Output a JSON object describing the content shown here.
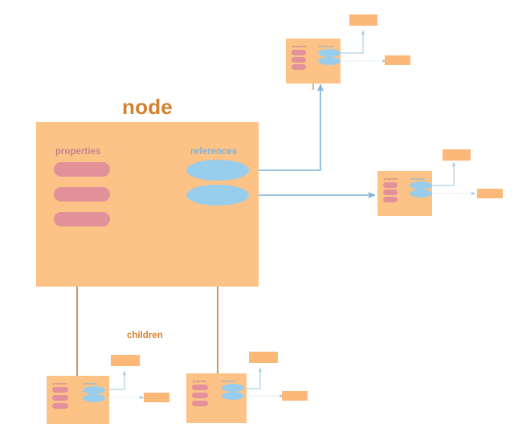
{
  "diagram": {
    "title": "node",
    "type": "recursive-node-structure-diagram",
    "labels": {
      "properties": "properties",
      "references": "references",
      "children": "children"
    },
    "colors": {
      "node_fill": "#fcc286",
      "leaf_fill": "#fcb878",
      "property_bar": "#e2919b",
      "reference_ellipse": "#98cdeb",
      "title_text": "#d2822f",
      "properties_text": "#c5848f",
      "references_text": "#7fb3da",
      "reference_edge": "#7fb3da",
      "children_edge": "#b5752a",
      "background": "#ffffff"
    },
    "main_node": {
      "name": "node",
      "property_count": 3,
      "reference_count": 2,
      "child_count": 2
    },
    "reference_targets": [
      {
        "name": "reference-target-top",
        "property_count": 3,
        "reference_count": 2
      },
      {
        "name": "reference-target-right",
        "property_count": 3,
        "reference_count": 2
      }
    ],
    "child_nodes": [
      {
        "name": "child-node-left",
        "property_count": 3,
        "reference_count": 2
      },
      {
        "name": "child-node-right",
        "property_count": 3,
        "reference_count": 2
      }
    ]
  }
}
